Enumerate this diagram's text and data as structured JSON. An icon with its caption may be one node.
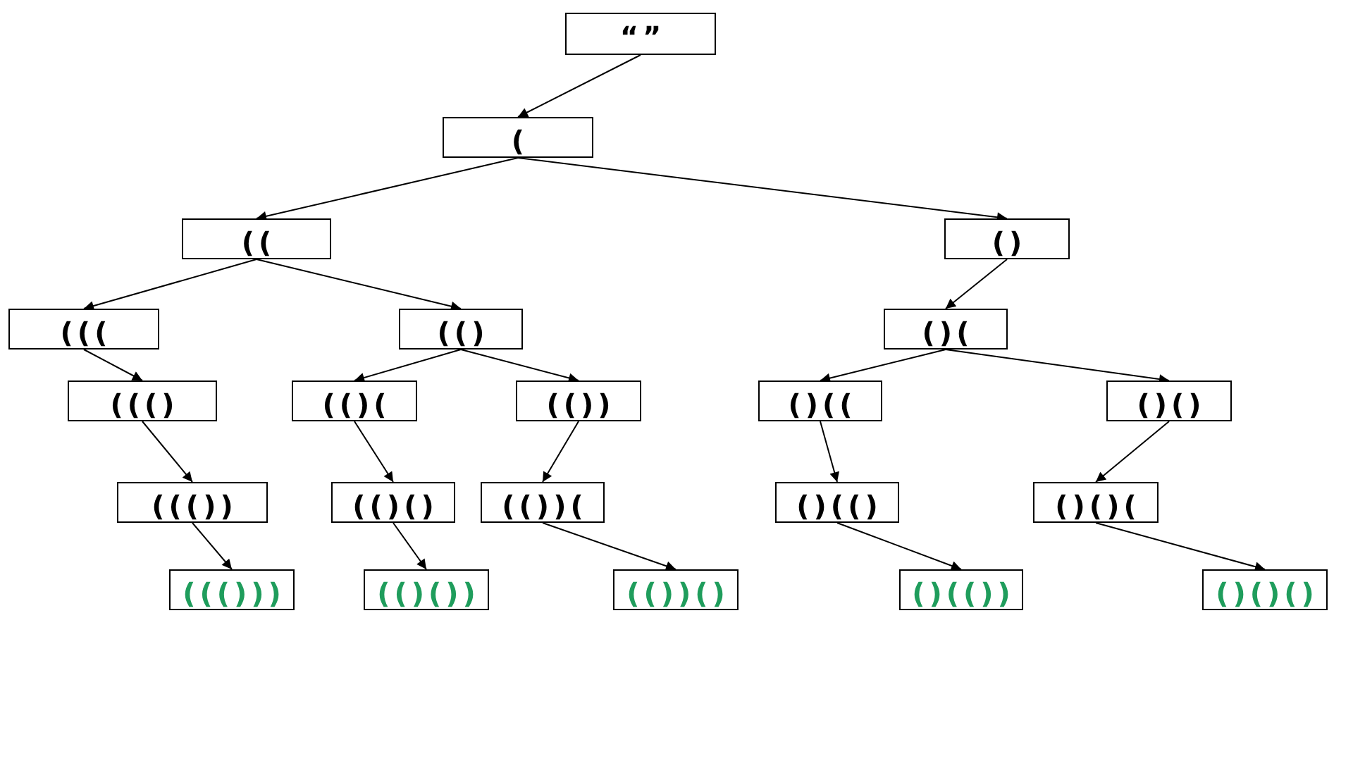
{
  "diagram": {
    "nodes": [
      {
        "text": [
          "“”"
        ]
      },
      {
        "text": [
          "("
        ]
      },
      {
        "text": [
          "(("
        ]
      },
      {
        "text": [
          "()"
        ]
      },
      {
        "text": [
          "((("
        ]
      },
      {
        "text": [
          "(()"
        ]
      },
      {
        "text": [
          "()("
        ]
      },
      {
        "text": [
          "((()"
        ]
      },
      {
        "text": [
          "(()("
        ]
      },
      {
        "text": [
          "(())"
        ]
      },
      {
        "text": [
          "()(("
        ]
      },
      {
        "text": [
          "()()"
        ]
      },
      {
        "text": [
          "((())"
        ]
      },
      {
        "text": [
          "(()()"
        ]
      },
      {
        "text": [
          "(())("
        ]
      },
      {
        "text": [
          "()(()"
        ]
      },
      {
        "text": [
          "()()("
        ]
      },
      {
        "text": [
          "((()))"
        ]
      },
      {
        "text": [
          "(()())"
        ]
      },
      {
        "text": [
          "(())()"
        ]
      },
      {
        "text": [
          "()(())"
        ]
      },
      {
        "text": [
          "()()()"
        ]
      }
    ],
    "edges": [
      {
        "from": 0,
        "to": 1,
        "arrow": "to"
      },
      {
        "from": 1,
        "to": 2,
        "arrow": "to"
      },
      {
        "from": 1,
        "to": 3,
        "arrow": "to"
      },
      {
        "from": 2,
        "to": 4,
        "arrow": "to"
      },
      {
        "from": 2,
        "to": 5,
        "arrow": "to"
      },
      {
        "from": 3,
        "to": 6,
        "arrow": "to"
      },
      {
        "from": 4,
        "to": 7,
        "arrow": "to"
      },
      {
        "from": 5,
        "to": 8,
        "arrow": "to"
      },
      {
        "from": 5,
        "to": 9,
        "arrow": "to"
      },
      {
        "from": 6,
        "to": 10,
        "arrow": "to"
      },
      {
        "from": 6,
        "to": 11,
        "arrow": "to"
      },
      {
        "from": 7,
        "to": 12,
        "arrow": "to"
      },
      {
        "from": 8,
        "to": 13,
        "arrow": "to"
      },
      {
        "from": 9,
        "to": 14,
        "arrow": "to"
      },
      {
        "from": 10,
        "to": 15,
        "arrow": "to"
      },
      {
        "from": 11,
        "to": 16,
        "arrow": "to"
      },
      {
        "from": 12,
        "to": 17,
        "arrow": "to"
      },
      {
        "from": 13,
        "to": 18,
        "arrow": "to"
      },
      {
        "from": 14,
        "to": 19,
        "arrow": "to"
      },
      {
        "from": 15,
        "to": 20,
        "arrow": "to"
      },
      {
        "from": 16,
        "to": 21,
        "arrow": "to"
      }
    ]
  }
}
